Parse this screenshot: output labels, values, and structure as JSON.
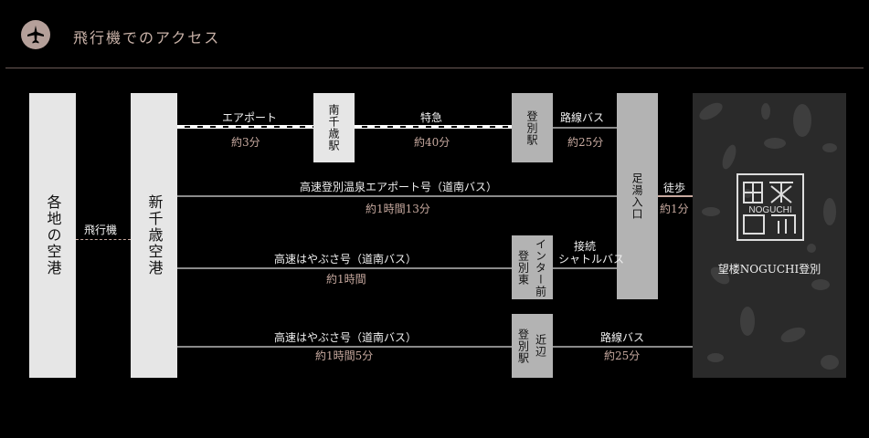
{
  "header": {
    "title": "飛行機でのアクセス",
    "icon": "airplane-icon"
  },
  "nodes": {
    "origin": "各地の空港",
    "shin_chitose": "新千歳空港",
    "minami_chitose": "南千歳駅",
    "noboribetsu_st": "登別駅",
    "noboribetsu_higashi": {
      "right": "登別東",
      "left": "インター前"
    },
    "noboribetsu_ekimae": {
      "right": "登別駅",
      "left": "近辺"
    },
    "ashiyu_iriguchi": "足湯入口",
    "destination": "望楼NOGUCHI登別"
  },
  "routes": {
    "flight": "飛行機",
    "airport_rail": {
      "label": "エアポート",
      "time": "約3分"
    },
    "express": {
      "label": "特急",
      "time": "約40分"
    },
    "bus_from_station": {
      "label": "路線バス",
      "time": "約25分"
    },
    "airport_bus": {
      "label": "高速登別温泉エアポート号（道南バス）",
      "time": "約1時間13分"
    },
    "walk": {
      "label": "徒歩",
      "time": "約1分"
    },
    "hayabusa1": {
      "label": "高速はやぶさ号（道南バス）",
      "time": "約1時間"
    },
    "shuttle": {
      "line1": "接続",
      "line2": "シャトルバス"
    },
    "hayabusa2": {
      "label": "高速はやぶさ号（道南バス）",
      "time": "約1時間5分"
    },
    "bus_to_dest": {
      "label": "路線バス",
      "time": "約25分"
    }
  },
  "colors": {
    "accent": "#c8aaa0",
    "column": "#e6e6e6",
    "station": "#b3b3b3",
    "line": "#8a8a8a"
  }
}
